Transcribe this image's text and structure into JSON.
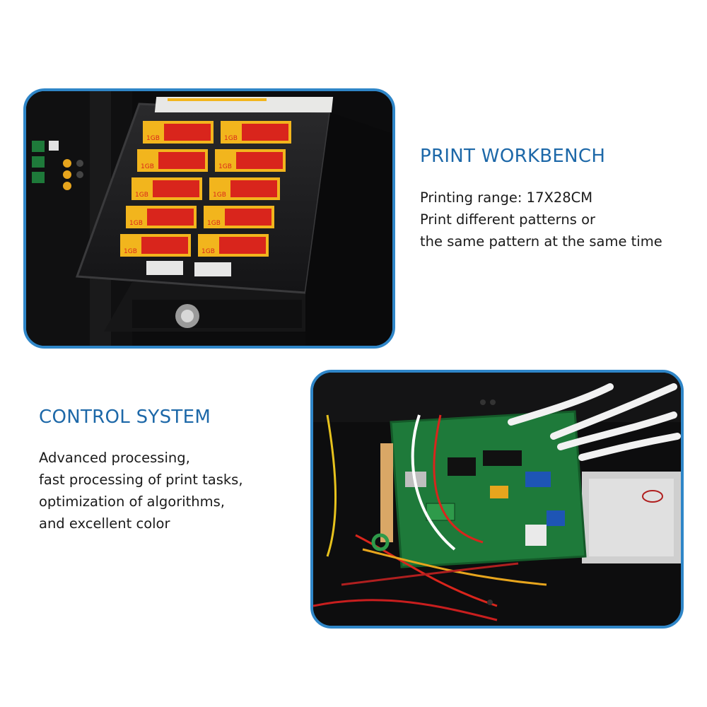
{
  "sections": {
    "workbench": {
      "title": "PRINT WORKBENCH",
      "lines": [
        "Printing range: 17X28CM",
        "Print different patterns or",
        "the same pattern at the same time"
      ]
    },
    "control": {
      "title": "CONTROL SYSTEM",
      "lines": [
        "Advanced processing,",
        "fast processing of print tasks,",
        "optimization of algorithms,",
        "and excellent color"
      ]
    }
  },
  "card_label": "1GB",
  "colors": {
    "frame_border": "#2f86c8",
    "title": "#1d68a8",
    "body_text": "#1a1a1a",
    "card_red": "#d9251c",
    "card_gold": "#f2b51d",
    "pcb_green": "#1e7a3a"
  },
  "icons": [
    "workbench-photo",
    "control-board-photo"
  ]
}
